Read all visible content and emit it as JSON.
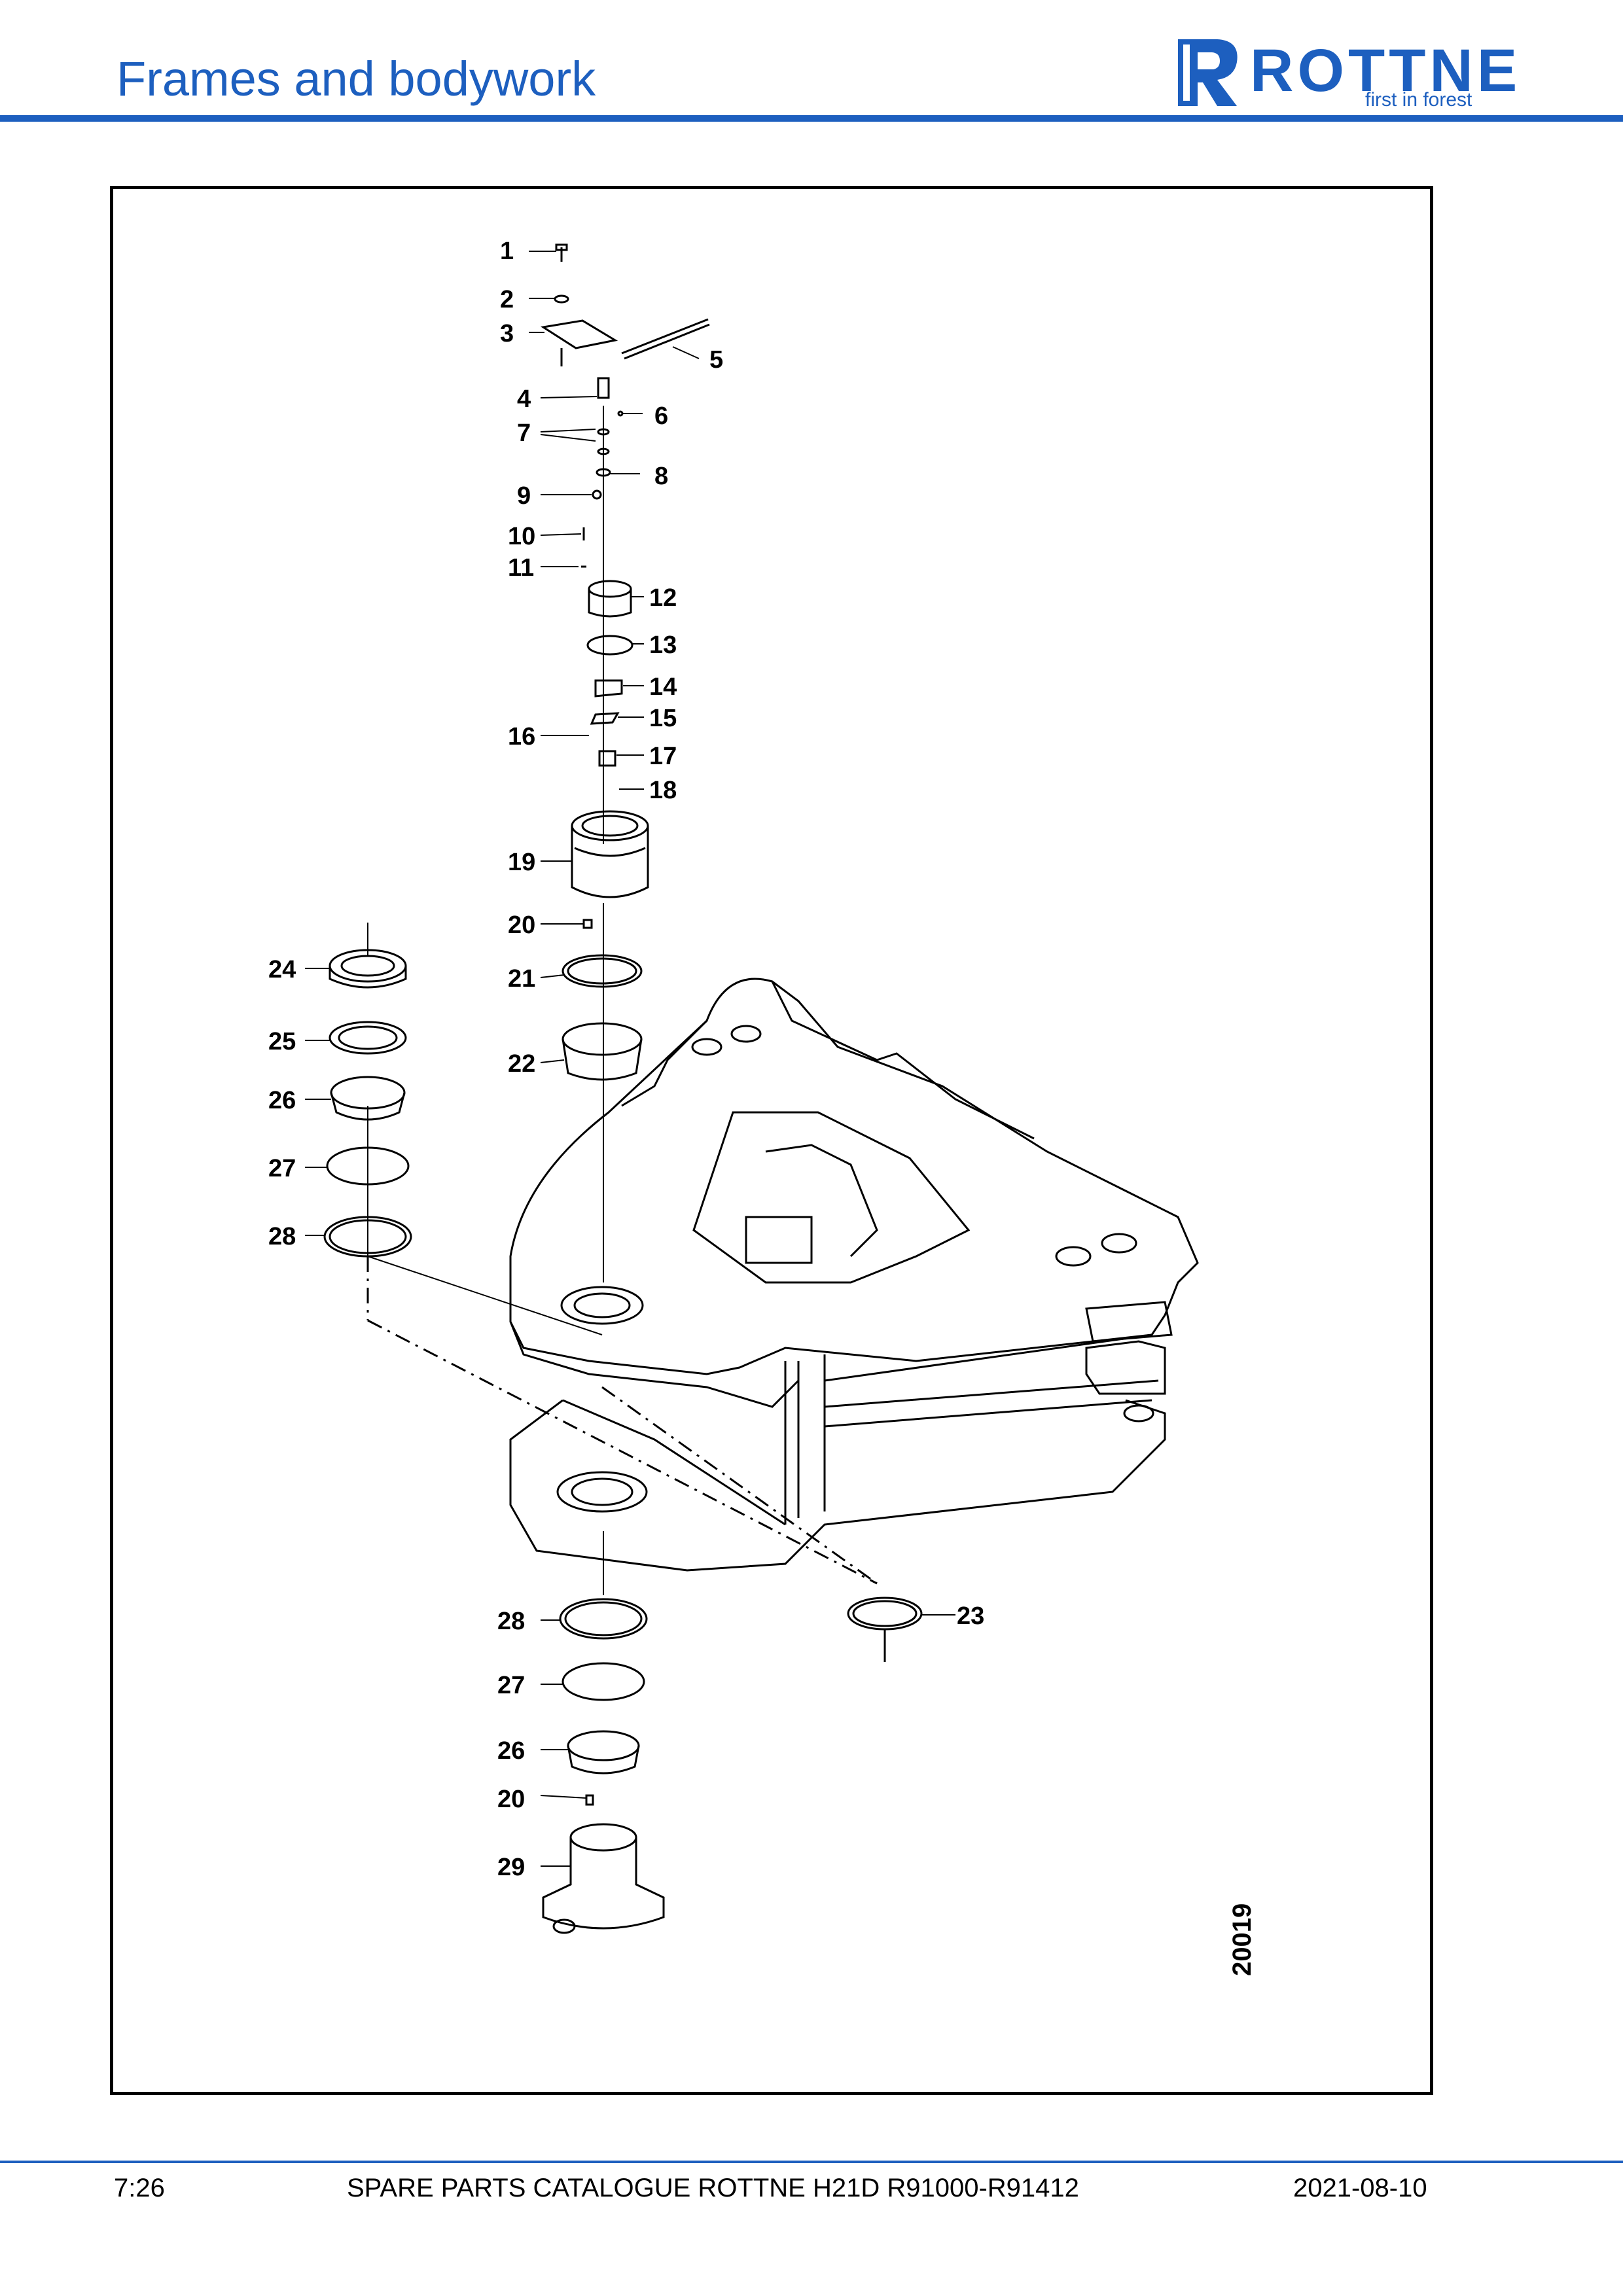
{
  "header": {
    "title": "Frames and bodywork",
    "logo_text": "ROTTNE",
    "logo_tagline": "first in forest",
    "brand_color": "#1d5fbf"
  },
  "figure": {
    "drawing_number": "20019",
    "callouts": [
      "1",
      "2",
      "3",
      "4",
      "5",
      "6",
      "7",
      "8",
      "9",
      "10",
      "11",
      "12",
      "13",
      "14",
      "15",
      "16",
      "17",
      "18",
      "19",
      "20",
      "21",
      "22",
      "23",
      "24",
      "25",
      "26",
      "27",
      "28",
      "28",
      "27",
      "26",
      "20",
      "29"
    ]
  },
  "footer": {
    "page": "7:26",
    "document": "SPARE PARTS CATALOGUE ROTTNE H21D R91000-R91412",
    "date": "2021-08-10"
  }
}
